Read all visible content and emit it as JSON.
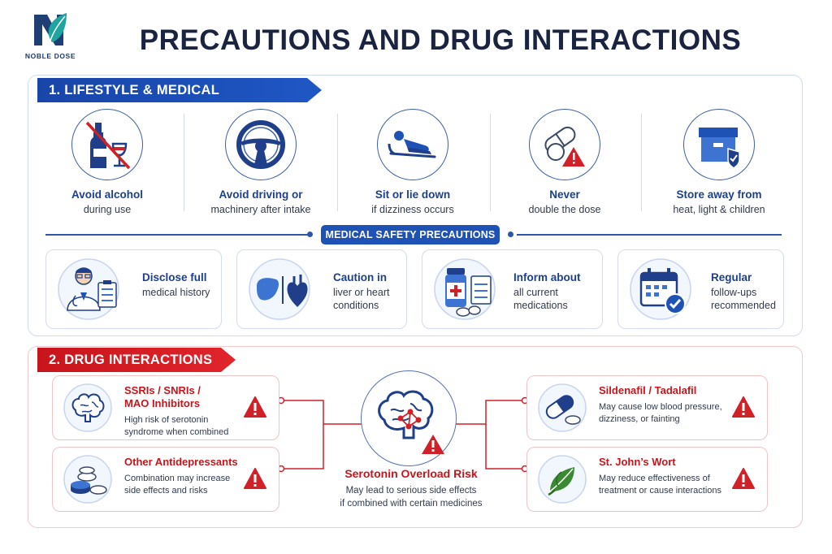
{
  "brand": {
    "name": "NOBLE DOSE"
  },
  "page_title": "PRECAUTIONS AND DRUG INTERACTIONS",
  "colors": {
    "blue_accent": "#1f52b5",
    "red_accent": "#c8141b",
    "navy_text": "#1a2440"
  },
  "section1": {
    "title": "1. LIFESTYLE & MEDICAL PRECAUTIONS",
    "items": [
      {
        "icon": "no-alcohol-icon",
        "line1": "Avoid alcohol",
        "line2": "during use"
      },
      {
        "icon": "steering-wheel-icon",
        "line1": "Avoid driving or",
        "line2": "machinery after intake"
      },
      {
        "icon": "lying-down-icon",
        "line1": "Sit or lie down",
        "line2": "if dizziness occurs"
      },
      {
        "icon": "pill-warning-icon",
        "line1": "Never",
        "line2": "double the dose"
      },
      {
        "icon": "storage-box-icon",
        "line1": "Store away from",
        "line2": "heat, light & children"
      }
    ],
    "subtitle": "MEDICAL SAFETY PRECAUTIONS",
    "medical": [
      {
        "icon": "doctor-clipboard-icon",
        "line1": "Disclose full",
        "line2": "medical history"
      },
      {
        "icon": "liver-heart-icon",
        "line1": "Caution in",
        "line2a": "liver or heart",
        "line2b": "conditions"
      },
      {
        "icon": "medicine-bottle-icon",
        "line1": "Inform about",
        "line2a": "all current",
        "line2b": "medications"
      },
      {
        "icon": "calendar-check-icon",
        "line1": "Regular",
        "line2a": "follow-ups",
        "line2b": "recommended"
      }
    ]
  },
  "section2": {
    "title": "2. DRUG INTERACTIONS",
    "left": [
      {
        "icon": "brain-icon",
        "title_a": "SSRIs / SNRIs /",
        "title_b": "MAO Inhibitors",
        "desc_a": "High risk of serotonin",
        "desc_b": "syndrome when combined"
      },
      {
        "icon": "pill-stack-icon",
        "title_a": "Other Antidepressants",
        "desc_a": "Combination may increase",
        "desc_b": "side effects and risks"
      }
    ],
    "right": [
      {
        "icon": "capsule-icon",
        "title_a": "Sildenafil / Tadalafil",
        "desc_a": "May cause low blood pressure,",
        "desc_b": "dizziness, or fainting"
      },
      {
        "icon": "leaf-icon",
        "title_a": "St. John’s Wort",
        "desc_a": "May reduce effectiveness of",
        "desc_b": "treatment or cause interactions"
      }
    ],
    "center": {
      "icon": "brain-network-icon",
      "title": "Serotonin Overload Risk",
      "desc_a": "May lead to serious side effects",
      "desc_b": "if combined with certain medicines"
    }
  }
}
